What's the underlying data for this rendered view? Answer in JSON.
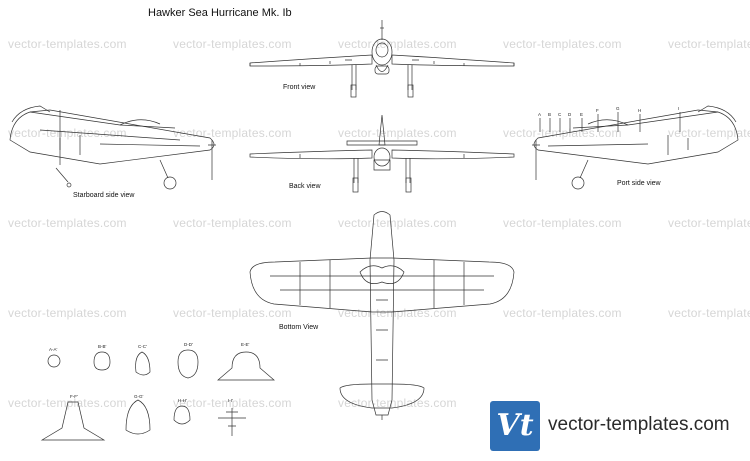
{
  "title": "Hawker Sea Hurricane Mk. Ib",
  "watermark": "vector-templates.com",
  "views": {
    "front": "Front view",
    "back": "Back view",
    "starboard": "Starboard side view",
    "port": "Port side view",
    "bottom": "Bottom View"
  },
  "section_labels": [
    "A-A'",
    "B-B'",
    "C-C'",
    "D-D'",
    "E-E'",
    "F-F'",
    "G-G'",
    "H-H'",
    "I-I'"
  ],
  "station_markers": [
    "A",
    "B",
    "C",
    "D",
    "E",
    "F",
    "G",
    "H",
    "I"
  ],
  "brand": {
    "logo_text": "Vt",
    "name": "vector-templates.com",
    "color": "#2f6fb5"
  },
  "colors": {
    "line": "#333333",
    "watermark": "#d6d6d6"
  }
}
